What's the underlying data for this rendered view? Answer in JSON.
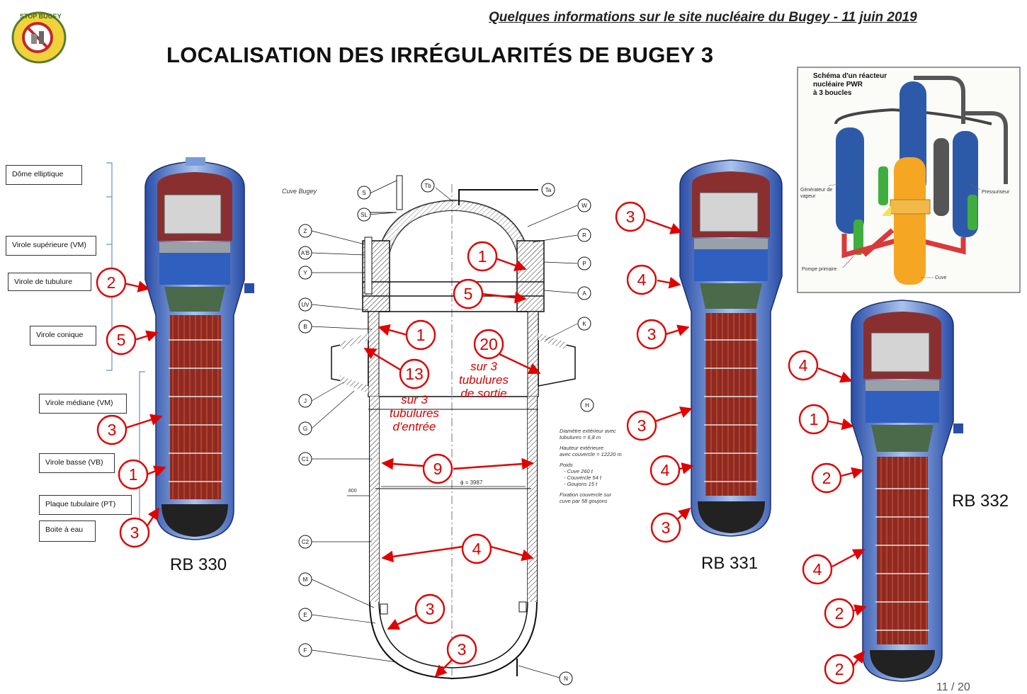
{
  "header": {
    "note": "Quelques informations sur le site nucléaire du Bugey - 11 juin 2019",
    "title": "LOCALISATION DES IRRÉGULARITÉS DE BUGEY 3"
  },
  "logo": {
    "text": "STOP BUGEY"
  },
  "legend_labels": [
    "Dôme elliptique",
    "Virole supérieure (VM)",
    "Virole de tubulure",
    "Virole conique",
    "Virole médiane (VM)",
    "Virole basse (VB)",
    "Plaque tubulaire (PT)",
    "Boite à eau"
  ],
  "generators": {
    "rb330": {
      "label": "RB 330",
      "markers": [
        "2",
        "5",
        "3",
        "1",
        "3"
      ]
    },
    "rb331": {
      "label": "RB 331",
      "markers": [
        "3",
        "4",
        "3",
        "3",
        "4",
        "3"
      ]
    },
    "rb332": {
      "label": "RB 332",
      "markers": [
        "4",
        "1",
        "2",
        "4",
        "2",
        "2"
      ]
    }
  },
  "vessel": {
    "drawing_title": "Cuve Bugey",
    "markers": [
      "1",
      "5",
      "1",
      "13",
      "20",
      "9",
      "4",
      "3",
      "3"
    ],
    "entry_note": [
      "sur 3",
      "tubulures",
      "d'entrée"
    ],
    "exit_note": [
      "sur 3",
      "tubulures",
      "de sortie"
    ],
    "dimension_label": "ϕ = 3987",
    "dim_800": "800",
    "letters_left": [
      "S",
      "SL",
      "Z",
      "A'B",
      "Y",
      "UV",
      "B",
      "J",
      "G",
      "C1",
      "C2",
      "M",
      "E",
      "F"
    ],
    "letters_top": [
      "Tb",
      "Ta"
    ],
    "letters_right": [
      "W",
      "R",
      "P",
      "A",
      "K",
      "H",
      "N"
    ],
    "notes": [
      "Diamètre extérieur avec",
      "tubulures = 6,8 m",
      "Hauteur extérieure",
      "avec couvercle = 12220 m",
      "Poids",
      "- Cuve 260 t",
      "- Couvercle 54 t",
      "- Goujons 15 t",
      "Fixation couvercle sur",
      "cuve par 58 goujons"
    ]
  },
  "inset": {
    "title": [
      "Schéma d'un réacteur",
      "nucléaire PWR",
      "à 3 boucles"
    ],
    "labels": {
      "steam_gen": "Générateur de vapeur",
      "pressurizer": "Pressuriseur",
      "primary_pump": "Pompe primaire",
      "vessel": "Cuve"
    }
  },
  "colors": {
    "marker_red": "#e00000",
    "gen_blue": "#3563c8",
    "tube_red": "#9b2e22",
    "inset_blue": "#2d5aa8",
    "inset_orange": "#f5a623",
    "inset_green": "#3fae3f",
    "inset_red": "#d83a3a"
  },
  "page_number": "11 / 20"
}
